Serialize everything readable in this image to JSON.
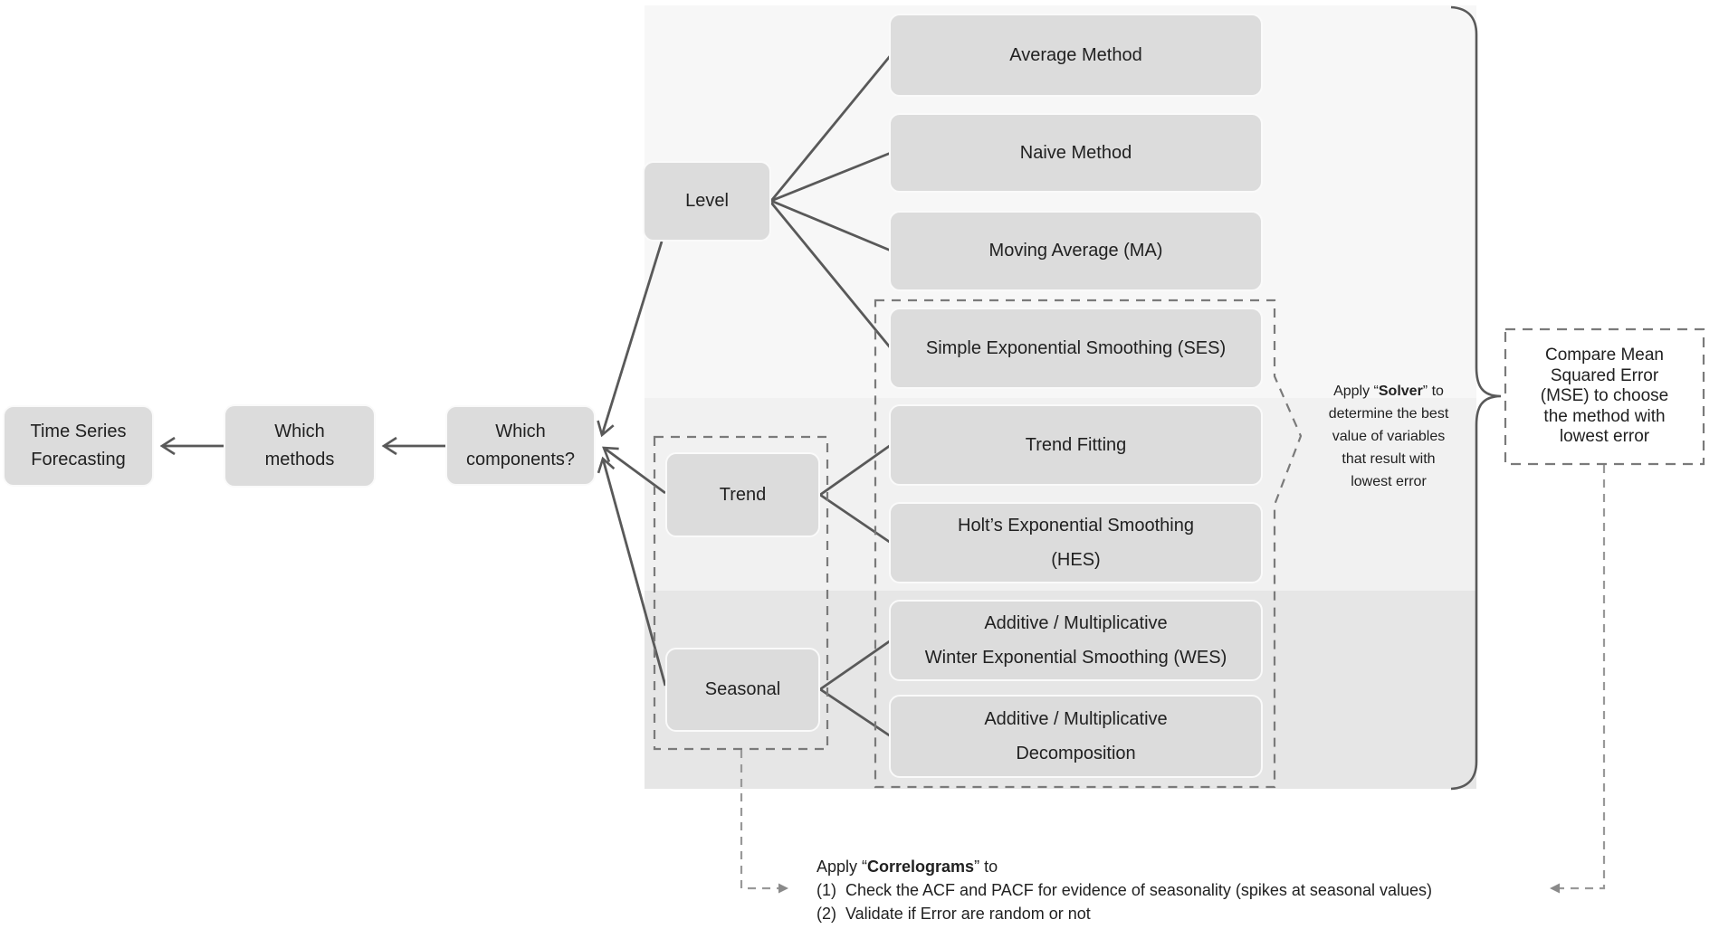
{
  "flow": {
    "time_series": [
      "Time Series",
      "Forecasting"
    ],
    "which_methods": [
      "Which",
      "methods"
    ],
    "which_components": [
      "Which",
      "components?"
    ]
  },
  "components": {
    "level": "Level",
    "trend": "Trend",
    "seasonal": "Seasonal"
  },
  "methods": {
    "average": [
      "Average Method"
    ],
    "naive": [
      "Naive Method"
    ],
    "moving_average": [
      "Moving Average (MA)"
    ],
    "ses": [
      "Simple Exponential Smoothing (SES)"
    ],
    "trend_fitting": [
      "Trend Fitting"
    ],
    "hes": [
      "Holt’s Exponential Smoothing",
      "(HES)"
    ],
    "wes": [
      "Additive / Multiplicative",
      "Winter Exponential Smoothing (WES)"
    ],
    "decomposition": [
      "Additive / Multiplicative",
      "Decomposition"
    ]
  },
  "solver_note": {
    "line1_pre": "Apply “",
    "line1_bold": "Solver",
    "line1_post": "” to",
    "line2": "determine the best",
    "line3": "value of variables",
    "line4": "that result with",
    "line5": "lowest error"
  },
  "compare_note": {
    "line1": "Compare Mean",
    "line2": "Squared Error",
    "line3": "(MSE) to choose",
    "line4": "the method with",
    "line5": "lowest error"
  },
  "correlogram_note": {
    "line1_pre": "Apply “",
    "line1_bold": "Correlograms",
    "line1_post": "” to",
    "item1": "(1)  Check the ACF and PACF for evidence of seasonality (spikes at seasonal values)",
    "item2": "(2)  Validate if Error are random or not"
  },
  "colors": {
    "box_fill": "#dcdcdc",
    "solid_line": "#595959",
    "dashed_line": "#7a7a7a",
    "connector_dash": "#999999",
    "band_top": "#f7f7f7",
    "band_mid": "#f1f1f1",
    "band_bottom": "#e6e6e6",
    "text": "#212121"
  }
}
